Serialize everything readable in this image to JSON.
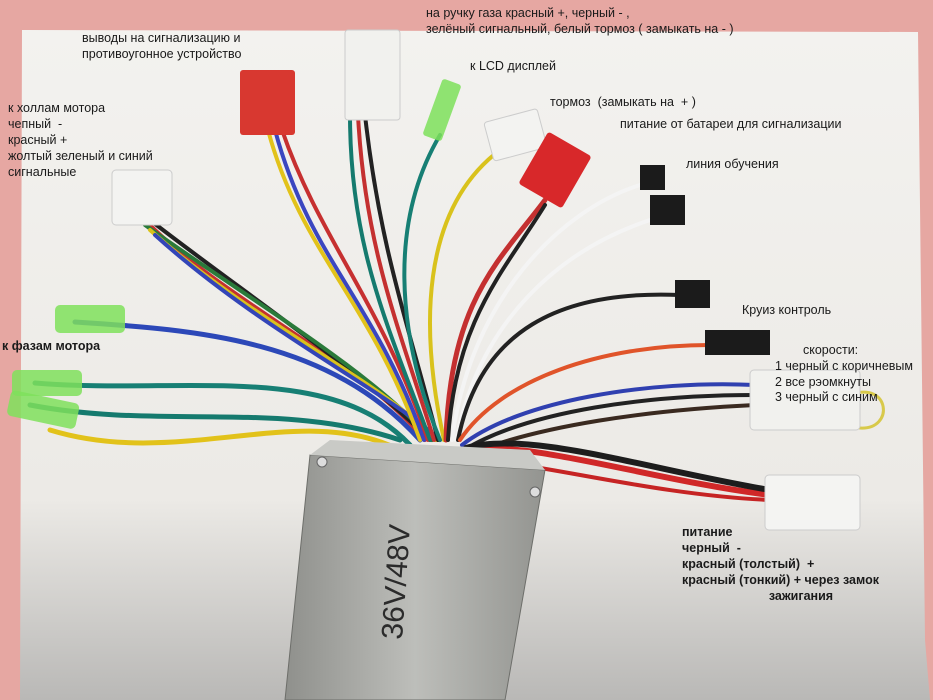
{
  "labels": {
    "alarm": "выводы на сигнализацию и\nпротивоугонное устройство",
    "throttle": "на ручку газа красный +, черный - ,\nзелёный сигнальный, белый тормоз ( замыкать на - )",
    "lcd": "к LCD дисплей",
    "brake": "тормоз  (замыкать на  + )",
    "alarm_power": "питание от батареи для сигнализации",
    "learning": "линия обучения",
    "hall": "к холлам мотора\nчепный  -\nкрасный +\nжолтый зеленый и синий\nсигнальные",
    "phases": "к фазам мотора",
    "cruise": "Круиз контроль",
    "speeds_title": "скорости:",
    "speeds": [
      "1 черный с коричневым",
      "2 все рэомкнуты",
      "3 черный с синим"
    ],
    "power": "питание\nчерный  -\nкрасный (толстый)  +\nкрасный (тонкий) + через замок\n                         зажигания"
  },
  "controller": {
    "marking": "36V/48V"
  },
  "colors": {
    "background": "#e6a7a2",
    "paper": "#f2f1ee",
    "controller": "#a9aaa6"
  }
}
